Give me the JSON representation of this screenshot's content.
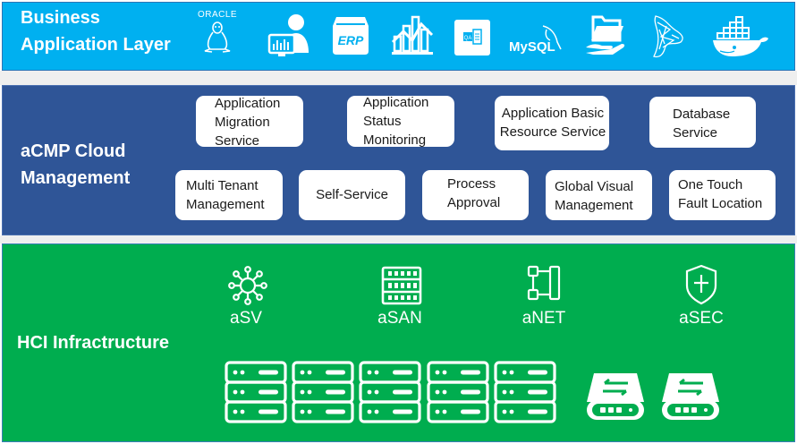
{
  "layers": {
    "application": {
      "title_line1": "Business",
      "title_line2": "Application Layer",
      "color": "#00b0f0",
      "icons": [
        {
          "name": "oracle-linux-icon",
          "text": "ORACLE"
        },
        {
          "name": "user-monitor-icon"
        },
        {
          "name": "erp-icon",
          "text": "ERP"
        },
        {
          "name": "analytics-chart-icon"
        },
        {
          "name": "qa-document-icon",
          "text": "QA"
        },
        {
          "name": "mysql-icon",
          "text": "MySQL"
        },
        {
          "name": "file-share-icon"
        },
        {
          "name": "sql-server-icon"
        },
        {
          "name": "docker-icon"
        }
      ]
    },
    "cloud_management": {
      "title_line1": "aCMP Cloud",
      "title_line2": "Management",
      "color": "#2f5597",
      "services_row1": [
        {
          "lines": [
            "Application",
            "Migration",
            "Service"
          ]
        },
        {
          "lines": [
            "Application",
            "Status",
            "Monitoring"
          ]
        },
        {
          "lines": [
            "Application Basic",
            "Resource Service"
          ]
        },
        {
          "lines": [
            "Database",
            "Service"
          ]
        }
      ],
      "services_row2": [
        {
          "lines": [
            "Multi Tenant",
            "Management"
          ]
        },
        {
          "lines": [
            "Self-Service"
          ]
        },
        {
          "lines": [
            "Process",
            "Approval"
          ]
        },
        {
          "lines": [
            "Global Visual",
            "Management"
          ]
        },
        {
          "lines": [
            "One Touch",
            "Fault Location"
          ]
        }
      ]
    },
    "hci": {
      "title": "HCI Infractructure",
      "color": "#00ad4f",
      "components": [
        {
          "label": "aSV",
          "icon": "virtualization-icon"
        },
        {
          "label": "aSAN",
          "icon": "storage-icon"
        },
        {
          "label": "aNET",
          "icon": "network-icon"
        },
        {
          "label": "aSEC",
          "icon": "security-shield-icon"
        }
      ],
      "server_count": 5,
      "switch_count": 2
    }
  }
}
